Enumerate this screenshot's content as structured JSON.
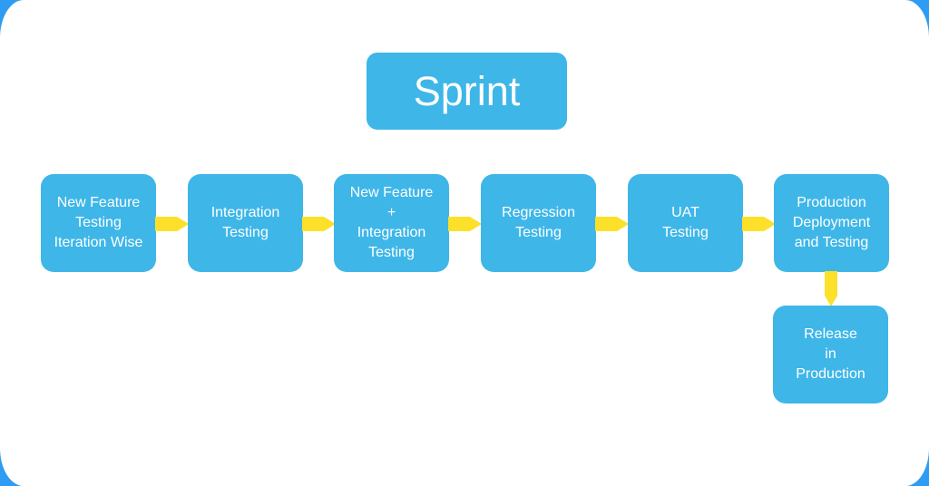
{
  "colors": {
    "page_background": "#2E9CF2",
    "card_background": "#FFFFFF",
    "node_fill": "#3EB6E8",
    "arrow_fill": "#FCE029",
    "text": "#FFFFFF"
  },
  "title": {
    "label": "Sprint"
  },
  "flow": {
    "direction": "left-to-right",
    "nodes": [
      {
        "id": "new-feature-testing-iteration-wise",
        "label": "New Feature\nTesting\nIteration Wise"
      },
      {
        "id": "integration-testing",
        "label": "Integration\nTesting"
      },
      {
        "id": "new-feature-plus-integration-testing",
        "label": "New Feature\n+\nIntegration\nTesting"
      },
      {
        "id": "regression-testing",
        "label": "Regression\nTesting"
      },
      {
        "id": "uat-testing",
        "label": "UAT\nTesting"
      },
      {
        "id": "production-deployment-and-testing",
        "label": "Production\nDeployment\nand Testing"
      },
      {
        "id": "release-in-production",
        "label": "Release\nin\nProduction"
      }
    ]
  }
}
